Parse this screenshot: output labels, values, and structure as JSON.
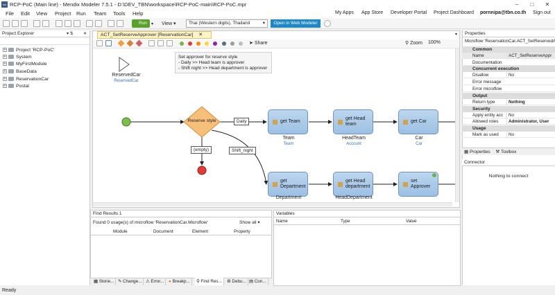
{
  "window": {
    "title": "RCP-PoC (Main line) - Mendix Modeler 7.5.1 - D:\\DEV_TBN\\workspace\\RCP-PoC-main\\RCP-PoC.mpr"
  },
  "menu": [
    "File",
    "Edit",
    "View",
    "Project",
    "Run",
    "Team",
    "Tools",
    "Help"
  ],
  "top_links": [
    "My Apps",
    "App Store",
    "Developer Portal",
    "Project Dashboard"
  ],
  "user": "pornnipa@tbn.co.th",
  "signout": "Sign out",
  "toolbar": {
    "run_label": "Run",
    "view_label": "View",
    "locale": "Thai (Western digits), Thailand",
    "web_modeler": "Open in Web Modeler"
  },
  "project_explorer": {
    "title": "Project Explorer",
    "items": [
      "Project 'RCP-PoC'",
      "System",
      "MyFirstModule",
      "BaseData",
      "ReservationCar",
      "Postal"
    ]
  },
  "editor": {
    "tab": "ACT_SetReserveApprover [ReservationCar]",
    "share": "Share",
    "zoom_label": "Zoom",
    "zoom_value": "100%",
    "param": {
      "name": "ReservedCar",
      "type": "ReservedCar"
    },
    "annotation": [
      "Set approver for reserve style",
      "- Daily >> Head team is approver",
      "- Shift night >> Head department is approver"
    ],
    "decision": "Reserve style",
    "flows": {
      "daily": "Daily",
      "empty": "(empty)",
      "shift": "Shift_night"
    },
    "actions": [
      {
        "label": "get Team",
        "var": "Team",
        "type": "Team"
      },
      {
        "label": "get Head team",
        "var": "HeadTeam",
        "type": "Account"
      },
      {
        "label": "get Car",
        "var": "Car",
        "type": "Car"
      },
      {
        "label": "get Department",
        "var": "Department",
        "type": ""
      },
      {
        "label": "get Head department",
        "var": "HeadDepartment",
        "type": ""
      },
      {
        "label": "set Approver",
        "var": "",
        "type": ""
      }
    ]
  },
  "properties": {
    "title": "Properties",
    "subtitle": "Microflow 'ReservationCar.ACT_SetReservedAp",
    "sections": [
      {
        "name": "Common",
        "rows": [
          [
            "Name",
            "ACT_SetReserveAppr"
          ],
          [
            "Documentation",
            ""
          ]
        ]
      },
      {
        "name": "Concurrent execution",
        "rows": [
          [
            "Disallow",
            "No"
          ],
          [
            "Error message",
            ""
          ],
          [
            "Error microflow",
            ""
          ]
        ]
      },
      {
        "name": "Output",
        "rows": [
          [
            "Return type",
            "Nothing"
          ]
        ]
      },
      {
        "name": "Security",
        "rows": [
          [
            "Apply entity acc",
            "No"
          ],
          [
            "Allowed roles",
            "Administrator, User"
          ]
        ]
      },
      {
        "name": "Usage",
        "rows": [
          [
            "Mark as used",
            "No"
          ]
        ]
      }
    ],
    "tabs": [
      "Properties",
      "Toolbox"
    ]
  },
  "connector": {
    "title": "Connector",
    "message": "Nothing to connect"
  },
  "find": {
    "title": "Find Results 1",
    "summary": "Found 0 usage(s) of microflow 'ReservationCar.Microflow'",
    "show_all": "Show all",
    "columns": [
      "Module",
      "Document",
      "Element",
      "Property"
    ]
  },
  "variables": {
    "title": "Variables",
    "columns": [
      "Name",
      "Type",
      "Value"
    ]
  },
  "bottom_tabs": [
    "Storie...",
    "Change...",
    "Error...",
    "Breakp...",
    "Find Res...",
    "Debu...",
    "Con..."
  ],
  "status": "Ready"
}
